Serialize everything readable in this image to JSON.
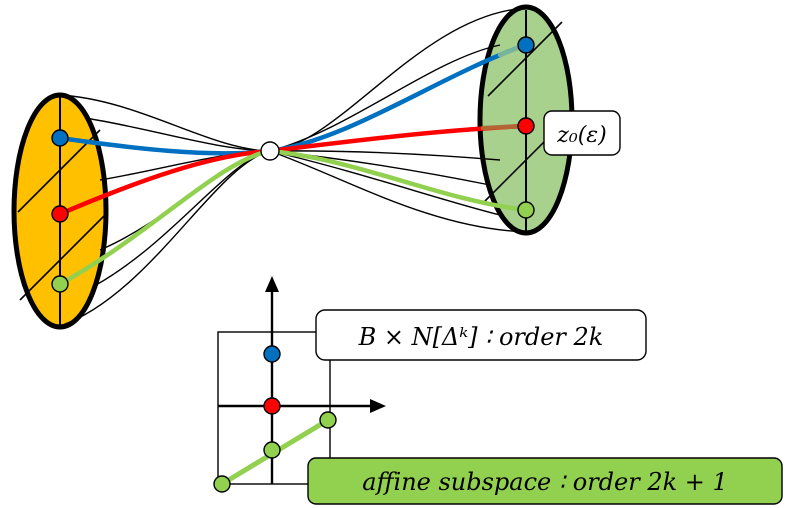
{
  "labels": {
    "z0": "z₀(ε)",
    "bn": "B × N[Δᵏ] ∶ order 2k",
    "affine": "affine subspace ∶ order 2k + 1"
  },
  "colors": {
    "orange_disk": "#ffc000",
    "green_disk": "#a9d18e",
    "blue": "#0070c0",
    "red": "#ff0000",
    "green": "#92d050",
    "outline": "#000000",
    "affine_box": "#92d050"
  }
}
